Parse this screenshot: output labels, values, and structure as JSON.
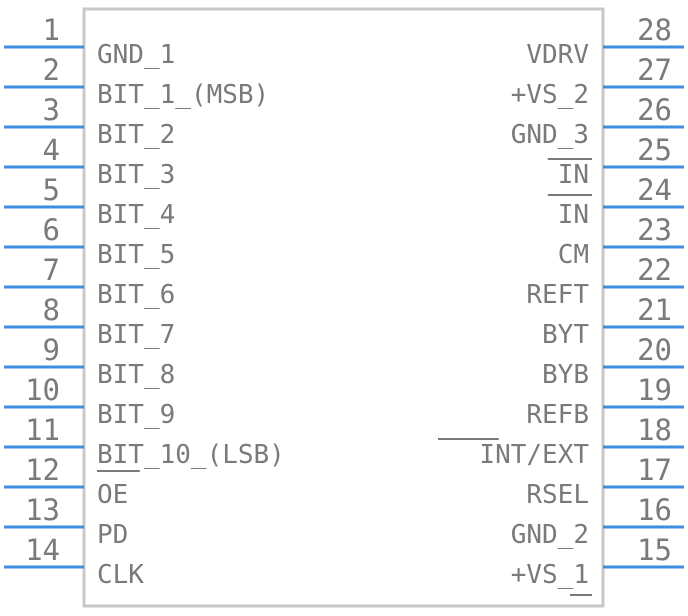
{
  "chip": {
    "left_pins": [
      {
        "num": "1",
        "label": "GND_1"
      },
      {
        "num": "2",
        "label": "BIT_1_(MSB)"
      },
      {
        "num": "3",
        "label": "BIT_2"
      },
      {
        "num": "4",
        "label": "BIT_3"
      },
      {
        "num": "5",
        "label": "BIT_4"
      },
      {
        "num": "6",
        "label": "BIT_5"
      },
      {
        "num": "7",
        "label": "BIT_6"
      },
      {
        "num": "8",
        "label": "BIT_7"
      },
      {
        "num": "9",
        "label": "BIT_8"
      },
      {
        "num": "10",
        "label": "BIT_9"
      },
      {
        "num": "11",
        "label": "BIT_10_(LSB)"
      },
      {
        "num": "12",
        "label": "OE"
      },
      {
        "num": "13",
        "label": "PD"
      },
      {
        "num": "14",
        "label": "CLK"
      }
    ],
    "right_pins": [
      {
        "num": "28",
        "label": "VDRV"
      },
      {
        "num": "27",
        "label": "+VS_2"
      },
      {
        "num": "26",
        "label": "GND_3"
      },
      {
        "num": "25",
        "label": "IN"
      },
      {
        "num": "24",
        "label": "IN"
      },
      {
        "num": "23",
        "label": "CM"
      },
      {
        "num": "22",
        "label": "REFT"
      },
      {
        "num": "21",
        "label": "BYT"
      },
      {
        "num": "20",
        "label": "BYB"
      },
      {
        "num": "19",
        "label": "REFB"
      },
      {
        "num": "18",
        "label": "INT/EXT"
      },
      {
        "num": "17",
        "label": "RSEL"
      },
      {
        "num": "16",
        "label": "GND_2"
      },
      {
        "num": "15",
        "label": "+VS_1"
      }
    ],
    "colors": {
      "pin_line": "#3b8ee0",
      "body_outline": "#c8c8c8",
      "text": "#7a7a7a"
    }
  }
}
